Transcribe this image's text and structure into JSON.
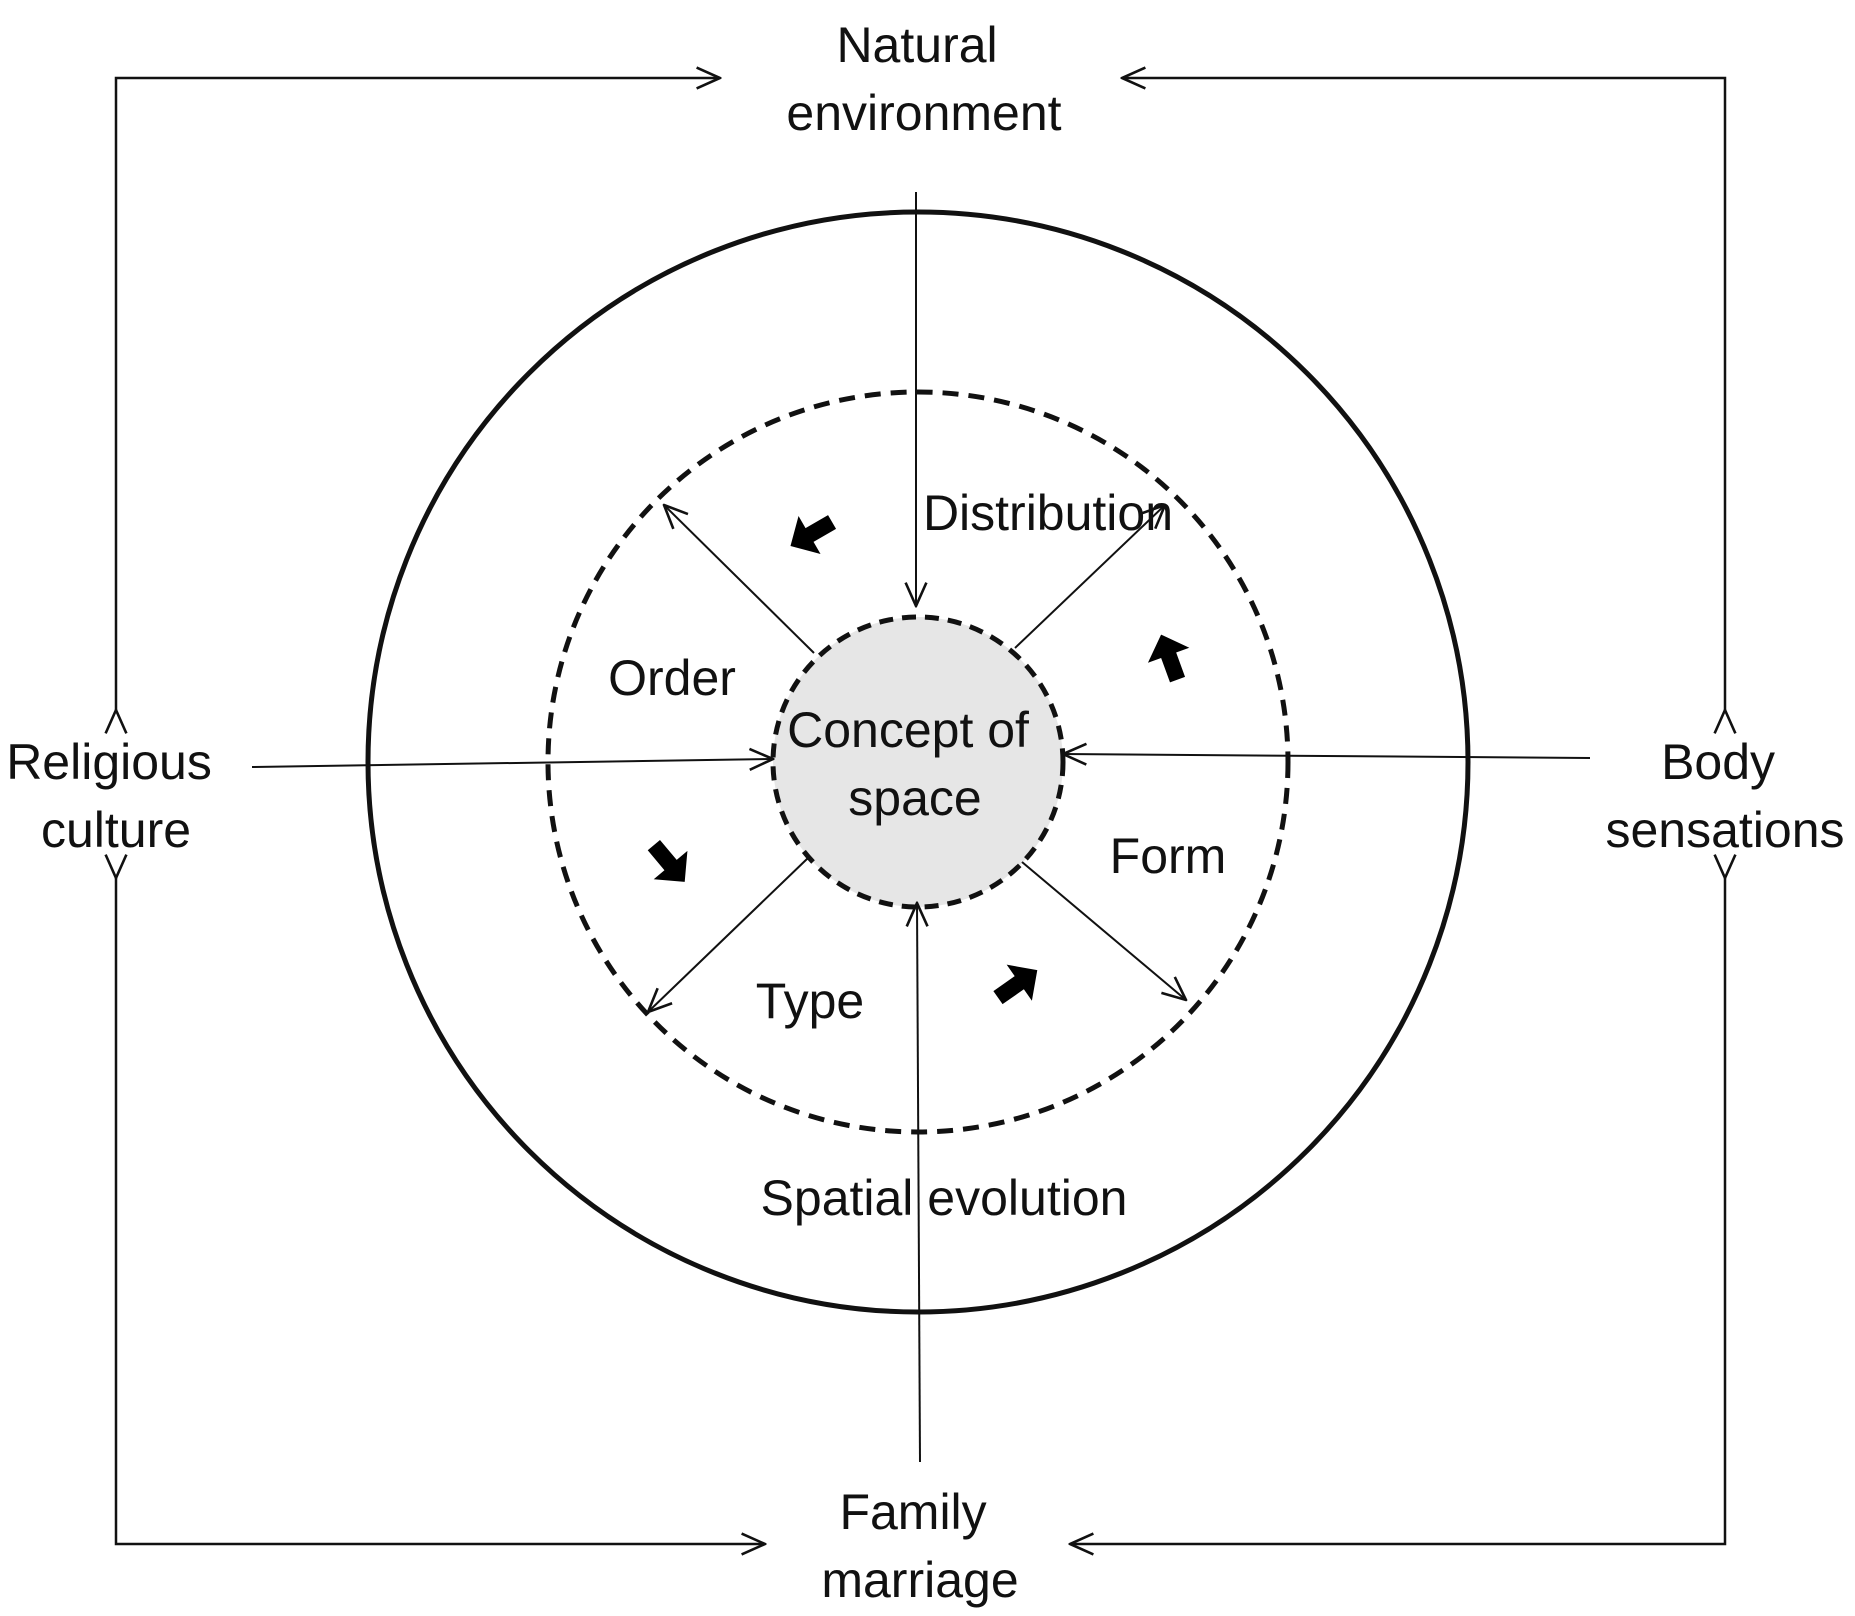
{
  "factors": {
    "top": [
      "Natural",
      "environment"
    ],
    "left": [
      "Religious",
      "culture"
    ],
    "right": [
      "Body",
      "sensations"
    ],
    "bottom": [
      "Family",
      "marriage"
    ]
  },
  "core": [
    "Concept of",
    "space"
  ],
  "ring_labels": {
    "distribution": "Distribution",
    "order": "Order",
    "form": "Form",
    "type": "Type"
  },
  "outer_label": "Spatial evolution",
  "colors": {
    "line": "#111111",
    "core_fill": "#e6e6e6",
    "background": "#ffffff"
  }
}
